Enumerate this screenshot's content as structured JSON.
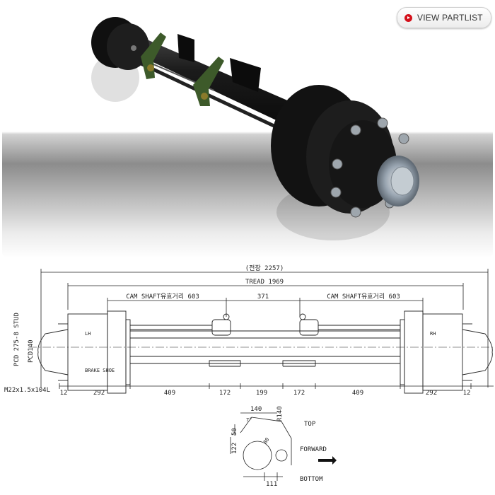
{
  "header": {
    "partlist_label": "VIEW PARTLIST"
  },
  "dimensions": {
    "overall": "(전장 2257)",
    "tread": "TREAD 1969",
    "cam_left": "CAM SHAFT유효거리 603",
    "cam_mid": "371",
    "cam_right": "CAM SHAFT유효거리 603",
    "stud_pcd": "PCD 275-8 STUD",
    "pcd": "PCD140",
    "thread": "M22x1.5x104L",
    "drum_left": "LH",
    "drum_right": "RH",
    "brake_shoe": "BRAKE SHOE",
    "bottom": [
      "12",
      "292",
      "409",
      "172",
      "199",
      "172",
      "409",
      "292",
      "12"
    ]
  },
  "detail": {
    "d140": "140",
    "r140": "R140",
    "angle": "7°",
    "d50": "50",
    "d122": "122",
    "d80": "80",
    "d111": "111",
    "top": "TOP",
    "forward": "FORWARD",
    "bottom": "BOTTOM"
  },
  "colors": {
    "accent": "#d4111b",
    "axle": "#151515",
    "bracket": "#3d5a2a"
  }
}
